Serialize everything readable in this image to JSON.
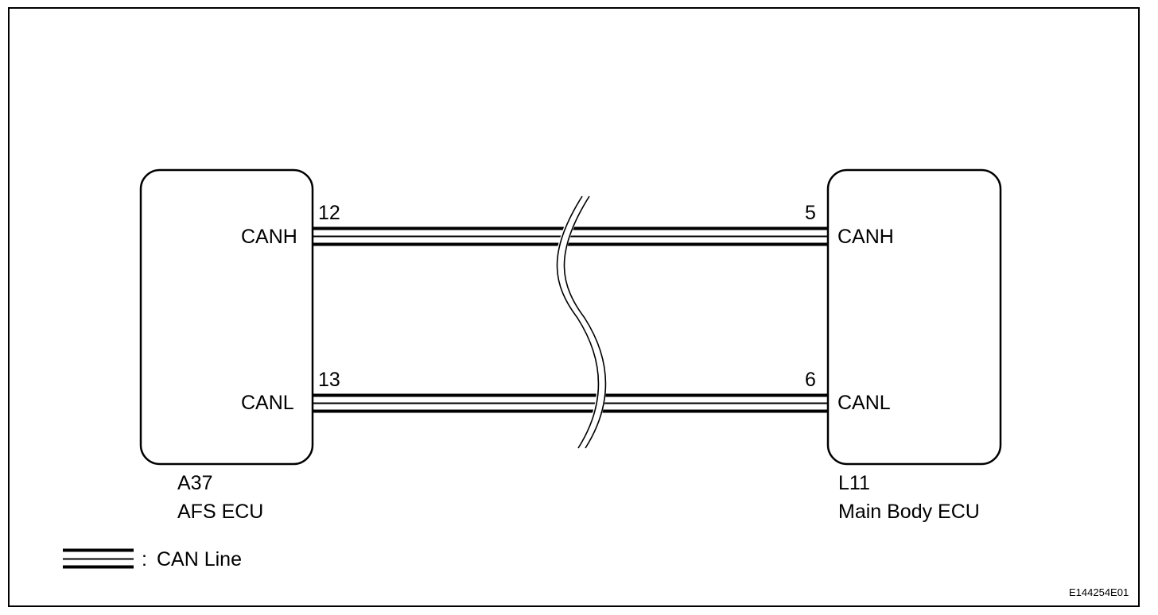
{
  "left_ecu": {
    "code": "A37",
    "name": "AFS ECU",
    "pins": [
      {
        "number": "12",
        "signal": "CANH"
      },
      {
        "number": "13",
        "signal": "CANL"
      }
    ]
  },
  "right_ecu": {
    "code": "L11",
    "name": "Main Body ECU",
    "pins": [
      {
        "number": "5",
        "signal": "CANH"
      },
      {
        "number": "6",
        "signal": "CANL"
      }
    ]
  },
  "legend": {
    "separator": ":",
    "label": "CAN Line"
  },
  "figure_id": "E144254E01"
}
